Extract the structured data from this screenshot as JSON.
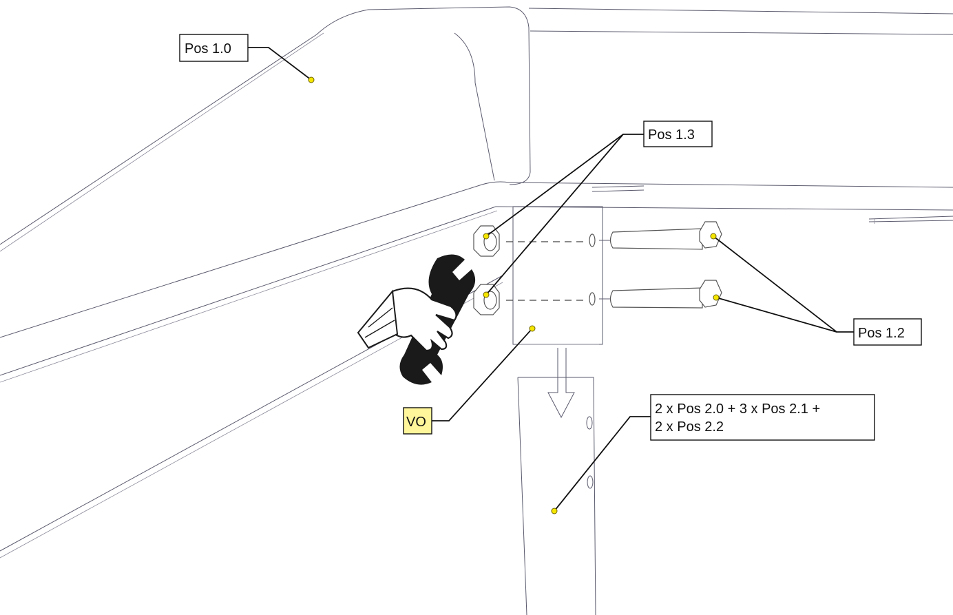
{
  "diagram": {
    "callouts": {
      "pos_1_0": "Pos 1.0",
      "pos_1_3": "Pos 1.3",
      "pos_1_2": "Pos 1.2",
      "vo": "VO",
      "pos_2_line1": "2 x Pos 2.0 + 3 x Pos 2.1 +",
      "pos_2_line2": "2 x Pos 2.2"
    },
    "icons": [
      "wrench-hand-icon",
      "down-arrow-icon"
    ],
    "colors": {
      "marker": "#f5e600",
      "highlight_box": "#fff59a",
      "line": "#5a5a6e"
    }
  }
}
